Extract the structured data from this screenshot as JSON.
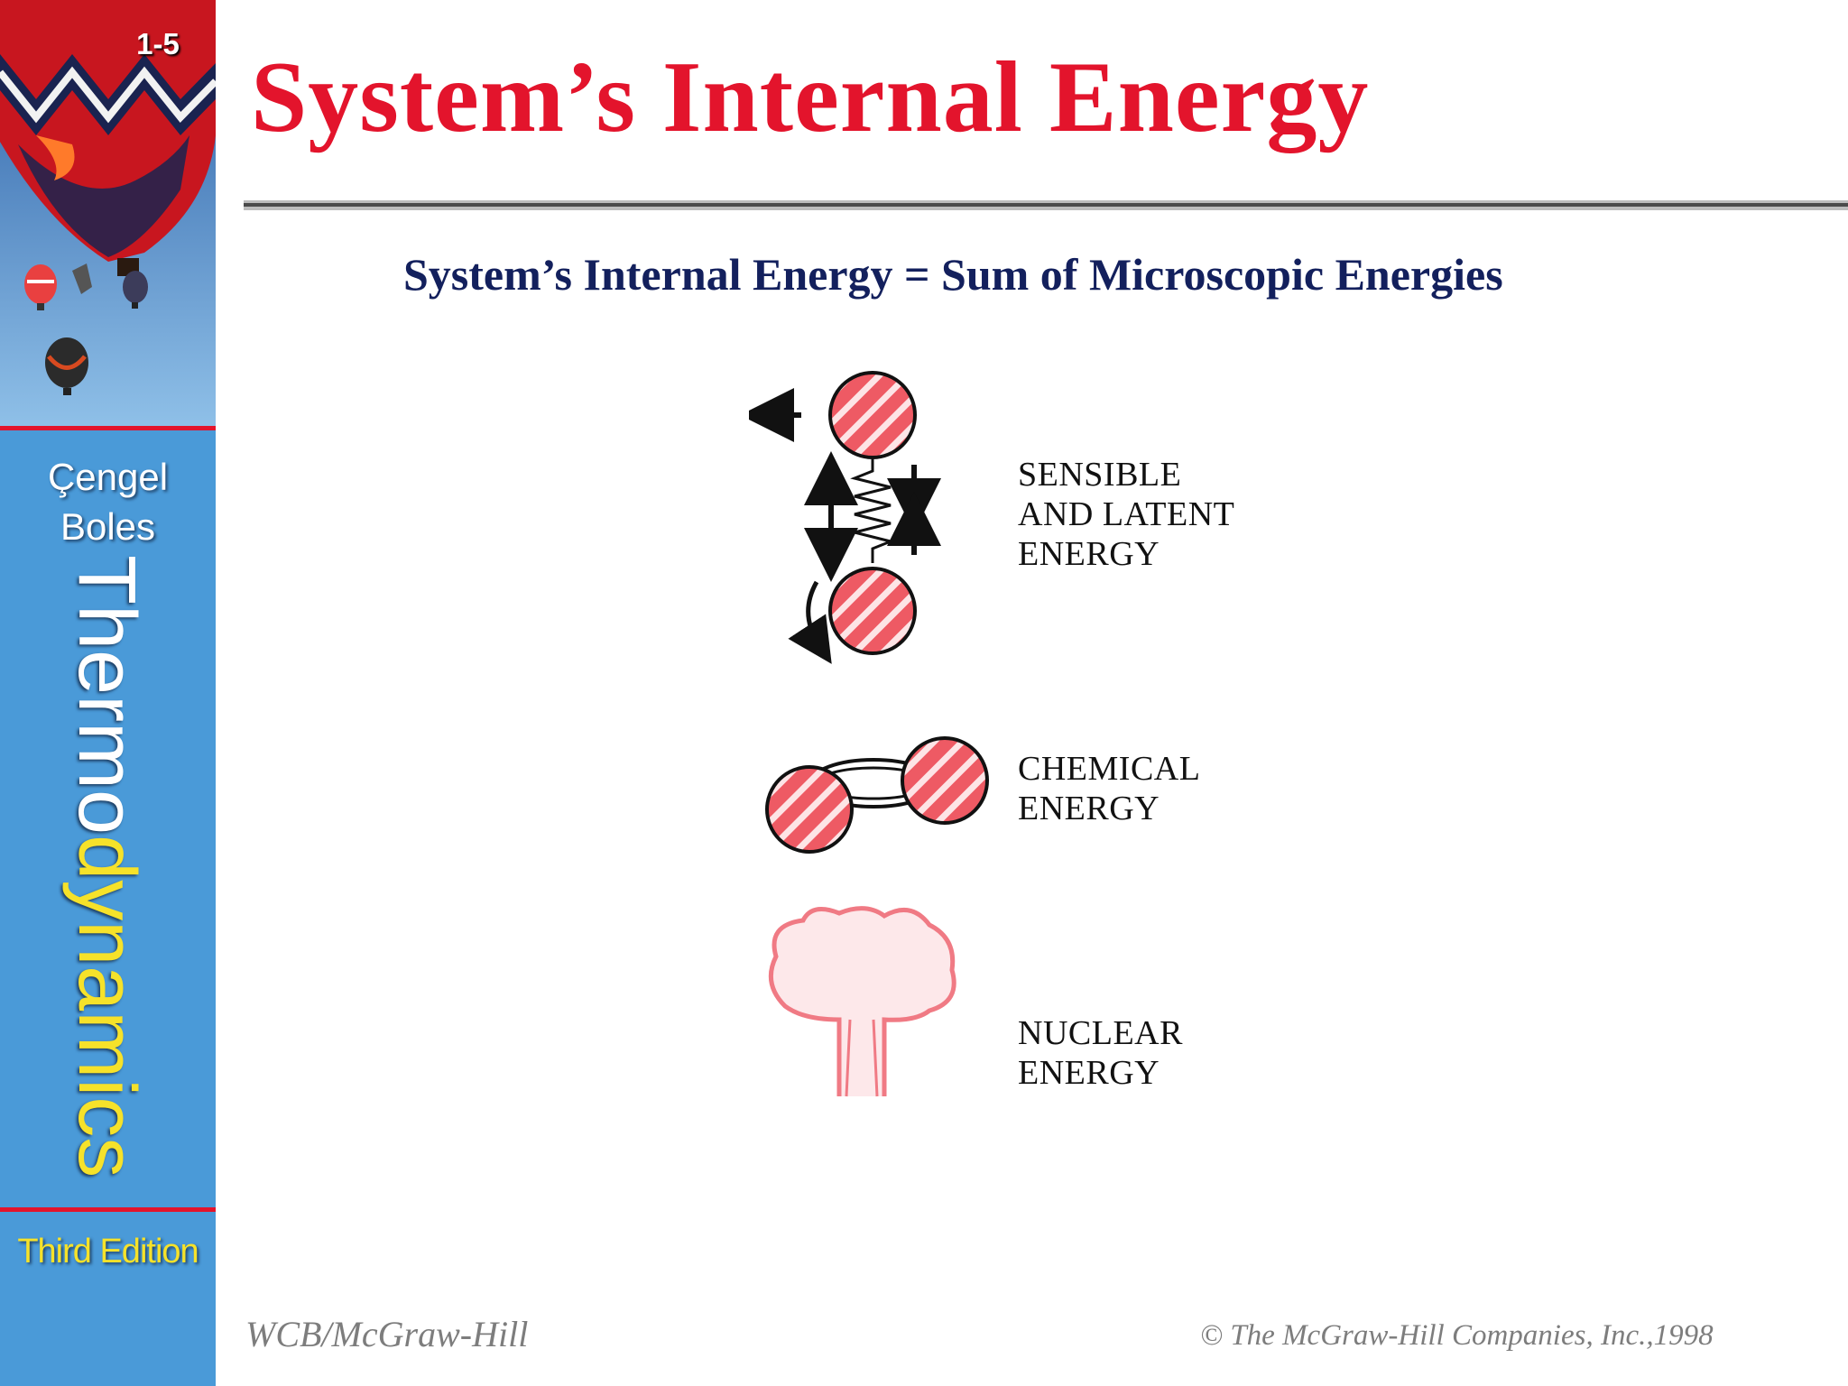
{
  "sidebar": {
    "slide_number": "1-5",
    "authors": [
      "Çengel",
      "Boles"
    ],
    "book_title_part1": "Thermo",
    "book_title_part2": "dynamics",
    "edition": "Third Edition",
    "colors": {
      "sidebar_blue": "#4a9ad8",
      "accent_red": "#e3142c",
      "accent_yellow": "#f6e22a"
    }
  },
  "slide": {
    "title": "System’s Internal Energy",
    "subtitle": "System’s Internal Energy = Sum of Microscopic Energies",
    "colors": {
      "title": "#e3142c",
      "subtitle": "#13205d"
    }
  },
  "diagram": {
    "items": [
      {
        "icon": "vibrating-molecule-icon",
        "label": "SENSIBLE\nAND LATENT\nENERGY"
      },
      {
        "icon": "chemical-bond-icon",
        "label": "CHEMICAL\nENERGY"
      },
      {
        "icon": "mushroom-cloud-icon",
        "label": "NUCLEAR\nENERGY"
      }
    ]
  },
  "footer": {
    "publisher": "WCB/McGraw-Hill",
    "copyright": "© The McGraw-Hill Companies, Inc.,1998"
  }
}
